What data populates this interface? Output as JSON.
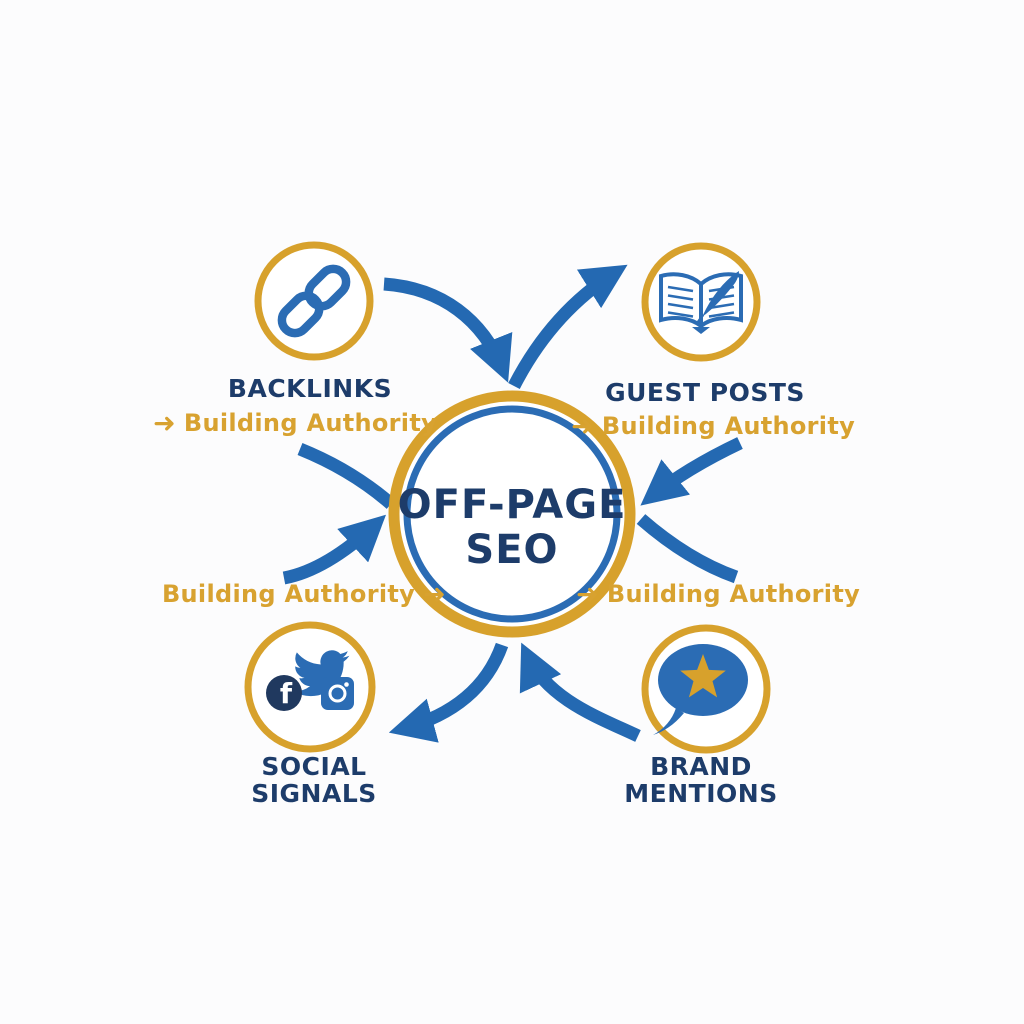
{
  "diagram": {
    "center": {
      "title_line1": "OFF-PAGE",
      "title_line2": "SEO"
    },
    "arrow_glyph": "➜",
    "nodes": [
      {
        "id": "backlinks",
        "label": "BACKLINKS",
        "tagline": "Building Authority",
        "icon": "chain-link-icon"
      },
      {
        "id": "guest-posts",
        "label": "GUEST POSTS",
        "tagline": "Building Authority",
        "icon": "open-book-quill-icon"
      },
      {
        "id": "social-signals",
        "label": "SOCIAL SIGNALS",
        "tagline": "Building Authority",
        "icon": "social-networks-icons"
      },
      {
        "id": "brand-mentions",
        "label": "BRAND MENTIONS",
        "tagline": "Building Authority",
        "icon": "speech-bubble-star-icon"
      }
    ],
    "social_icon_letters": {
      "facebook_f": "f"
    },
    "colors": {
      "gold": "#D7A12C",
      "arrow_blue": "#2469B2",
      "icon_blue": "#2B6CB4",
      "navy_text": "#1D3C6A",
      "facebook_navy": "#20395F",
      "background": "#FCFCFD"
    }
  }
}
